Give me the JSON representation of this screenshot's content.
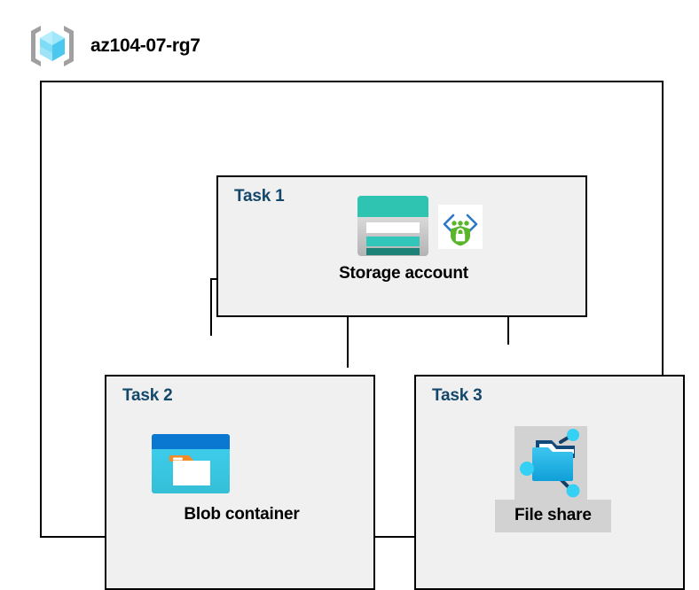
{
  "header": {
    "icon": "resource-group-icon",
    "title": "az104-07-rg7"
  },
  "diagram": {
    "container_name": "resource-group-container",
    "nodes": [
      {
        "id": "task-1",
        "task_label": "Task 1",
        "node_label": "Storage account",
        "icons": [
          "storage-account-icon",
          "storage-security-icon"
        ],
        "highlighted": false
      },
      {
        "id": "task-2",
        "task_label": "Task 2",
        "node_label": "Blob container",
        "icons": [
          "blob-container-icon"
        ],
        "highlighted": false
      },
      {
        "id": "task-3",
        "task_label": "Task 3",
        "node_label": "File share",
        "icons": [
          "file-share-icon"
        ],
        "highlighted": true
      }
    ],
    "connectors": [
      {
        "name": "storage-to-branch",
        "from": "task-1",
        "to": "branch"
      },
      {
        "name": "branch-to-blob-container",
        "from": "branch",
        "to": "task-2"
      },
      {
        "name": "branch-to-file-share",
        "from": "branch",
        "to": "task-3"
      }
    ]
  },
  "colors": {
    "task_label": "#13486b",
    "box_fill": "#f0f0f0",
    "border": "#000000",
    "highlight": "#d2d2d2",
    "azure_blue": "#0078d4",
    "cyan": "#32c8f0",
    "teal": "#32c3ba",
    "green": "#5ab52a",
    "orange": "#f28b28"
  }
}
